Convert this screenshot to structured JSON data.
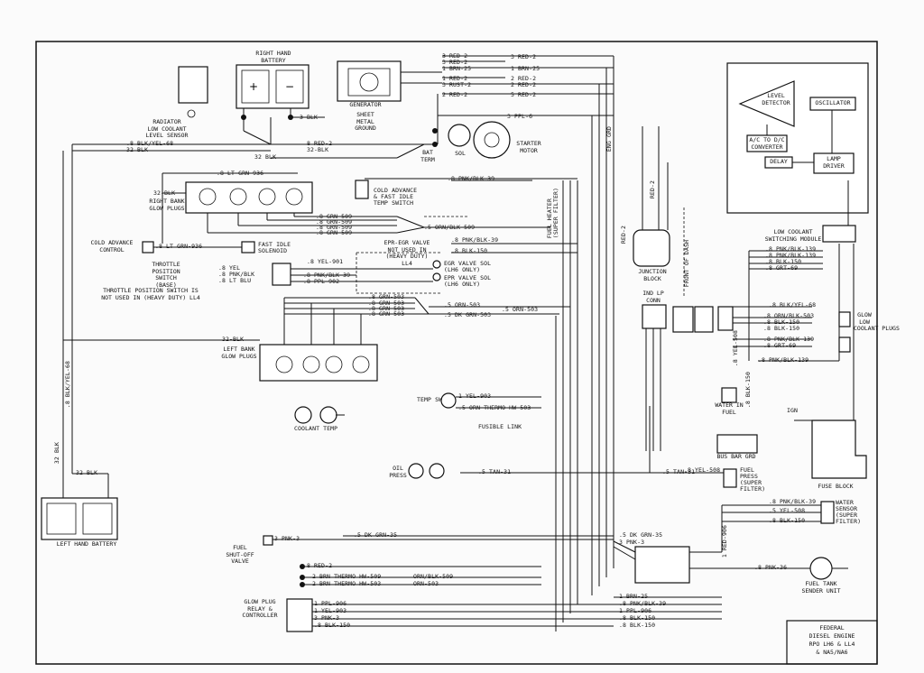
{
  "title_block": [
    "FEDERAL",
    "DIESEL ENGINE",
    "RPO LH6 & LL4",
    "& NA5/NA6"
  ],
  "components": {
    "rh_battery": "RIGHT HAND\nBATTERY",
    "lh_battery": "LEFT HAND BATTERY",
    "generator": "GENERATOR",
    "sheet_metal_ground": "SHEET\nMETAL\nGROUND",
    "radiator_sensor": "RADIATOR\nLOW COOLANT\nLEVEL SENSOR",
    "starter_motor": "STARTER\nMOTOR",
    "sol": "SOL",
    "bat_term": "BAT\nTERM",
    "rb_glow_plugs": "RIGHT BANK\nGLOW PLUGS",
    "lb_glow_plugs": "LEFT BANK\nGLOW PLUGS",
    "cold_advance_switch": "COLD ADVANCE\n& FAST IDLE\nTEMP SWITCH",
    "cold_advance_control": "COLD ADVANCE\nCONTROL",
    "fast_idle_solenoid": "FAST IDLE\nSOLENOID",
    "throttle_switch": "THROTTLE\nPOSITION\nSWITCH\n(BASE)",
    "throttle_note": "THROTTLE POSITION SWITCH IS\nNOT USED IN (HEAVY DUTY) LL4",
    "epr_egr": "EPR-EGR VALVE\nNOT USED IN\n(HEAVY DUTY)\nLL4",
    "egr_sol": "EGR VALVE SOL\n(LH6 ONLY)",
    "epr_sol": "EPR VALVE SOL\n(LH6 ONLY)",
    "temp_sw": "TEMP SW",
    "coolant_temp": "COOLANT TEMP",
    "oil_press": "OIL\nPRESS",
    "fuel_shutoff": "FUEL\nSHUT-OFF\nVALVE",
    "glow_relay": "GLOW PLUG\nRELAY &\nCONTROLLER",
    "junction_block": "JUNCTION\nBLOCK",
    "front_of_dash": "FRONT OF DASH",
    "ind_lp_conn": "IND LP\nCONN",
    "water_in_fuel": "WATER IN\nFUEL",
    "bus_bar_grd": "BUS BAR GRD",
    "fuse_block": "FUSE BLOCK",
    "ign": "IGN",
    "fuel_press": "FUEL\nPRESS\n(SUPER\nFILTER)",
    "water_sensor": "WATER\nSENSOR\n(SUPER\nFILTER)",
    "fuel_tank": "FUEL TANK\nSENDER UNIT",
    "low_coolant_module": "LOW COOLANT\nSWITCHING MODULE",
    "glow_low_coolant_plugs": "GLOW\nLOW\nCOOLANT PLUGS",
    "level_detector": "LEVEL\nDETECTOR",
    "oscillator": "OSCILLATOR",
    "converter": "A/C TO D/C\nCONVERTER",
    "delay": "DELAY",
    "lamp_driver": "LAMP\nDRIVER",
    "fuel_heater": "FUEL HEATER\n(SUPER FILTER)",
    "eng_grd": "ENG GRD",
    "fusible_link": "FUSIBLE LINK"
  },
  "wire_labels": {
    "w_red2_a": "3 RED-2",
    "w_red2_b": "3 RED-2",
    "w_brn25_a": "1 BRN-25",
    "w_red2_c": "1 RED-2",
    "w_rust2": "3 RUST-2",
    "w_red2_d": "2 RED-2",
    "w_ppl6": "3 PPL-6",
    "w_red2_r1": "3 RED-2",
    "w_red2_r2": "2 RED-2",
    "w_brn25_r": "1 BRN-25",
    "w_red2_r3": "2 RED-2",
    "w_red2_r4": "5 RED-2",
    "w_3blk": "3 BLK",
    "w_blkyel68": ".8 BLK/YEL-68",
    "w_32blk_top": "32 BLK",
    "w_32blk_mid": "32 BLK",
    "w_8red2": "8 RED-2",
    "w_32blk_2": "32-BLK",
    "w_ltgrn936": ".8 LT GRN-936",
    "w_pnkblk39": ".8 PNK/BLK-39",
    "w_32blk_rb": "32-BLK",
    "w_grn509_1": ".8 GRN-509",
    "w_grn509_2": ".8 GRN-509",
    "w_grn509_3": ".8 GRN-509",
    "w_grn509_4": ".8 GRN-509",
    "w_orn509": ".5 ORN/BLK-509",
    "w_ltgrn936_b": ".8 LT GRN-936",
    "w_yel901": ".8 YEL-901",
    "w_pnkblk39_b": ".8 PNK/BLK-39",
    "w_blk150": ".8 BLK-150",
    "w_yel": ".8 YEL",
    "w_pnkblk": ".8 PNK/BLK",
    "w_ltblu": ".8 LT BLU",
    "w_pnkblk39_c": ".8 PNK/BLK-39",
    "w_ppl902": ".8 PPL-902",
    "w_grn503_1": ".8 GRN-503",
    "w_grn503_2": ".8 GRN-503",
    "w_grn503_3": ".8 GRN-503",
    "w_grn503_4": ".8 GRN-503",
    "w_orn503": ".5 ORN-503",
    "w_dkgrn503": ".5 DK GRN-503",
    "w_orn503_b": ".5 ORN-503",
    "w_32blk_lb": "32-BLK",
    "w_blkyel68_v": ".8 BLK/YEL-68",
    "w_32blk_v": "32 BLK",
    "w_32blk_lh": "32 BLK",
    "w_yel903": "1 YEL-903",
    "w_ornthermo": ".5 ORN THERMO HW-503",
    "w_tan31": ".5 TAN-31",
    "w_tan31_b": ".5 TAN-31",
    "w_dkgrn35": ".5 DK GRN-35",
    "w_pnk3": "3 PNK-3",
    "w_red2_g": "8 RED-2",
    "w_brnthermo509": "2 BRN THERMO HW-509",
    "w_brnthermo503": "2 BRN THERMO HW-503",
    "w_ornblk509": "ORN/BLK-509",
    "w_ornblk503": "ORN-503",
    "w_ppl906": "1 PPL-906",
    "w_yel903_b": "1 YEL-903",
    "w_pnk3_b": "3 PNK-3",
    "w_blk150_g": ".8 BLK-150",
    "w_dkgrn35_b": ".5 DK GRN-35",
    "w_pnk3_c": "3 PNK-3",
    "w_brn25_b": "1 BRN-25",
    "w_pnkblk39_d": ".8 PNK/BLK-39",
    "w_ppl906_b": "1 PPL-906",
    "w_blk150_b": ".8 BLK-150",
    "w_blk150_c": ".8 BLK-150",
    "w_red906": "1 RED-906",
    "w_pnk36": ".8 PNK-36",
    "w_yel508": ".8 YEL-508",
    "w_pnkblk39_e": ".8 PNK/BLK-39",
    "w_yel508_b": ".5 YEL-508",
    "w_blk150_d": ".8 BLK-150",
    "w_pnkblk139_a": ".8 PNK/BLK-139",
    "w_pnkblk139_b": ".8 PNK/BLK-139",
    "w_blk150_e": ".8 BLK-150",
    "w_grt69": ".8 GRT-69",
    "w_blkyel68_r": ".8 BLK/YEL-68",
    "w_ornblk503_r": ".8 ORN/BLK-503",
    "w_blk150_f": ".8 BLK-150",
    "w_blk150_h": ".8 BLK-150",
    "w_pnkblk139_c": ".8 PNK/BLK-139",
    "w_grt69_b": ".8 GRT-69",
    "w_pnkblk139_d": ".8 PNK/BLK-139",
    "w_yel508_v": ".8 YEL-508",
    "w_blk150_v": ".8 BLK-150",
    "w_red2_v": "RED-2",
    "w_red2_v2": "RED-2"
  }
}
